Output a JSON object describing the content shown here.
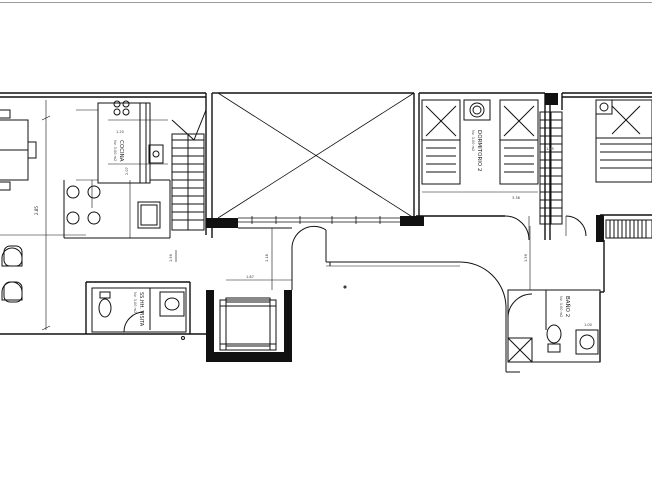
{
  "plan": {
    "rooms": {
      "kitchen": {
        "name": "COCINA",
        "area": "Nv. 3.00 m2"
      },
      "bedroom2": {
        "name": "DORMITORIO 2",
        "area": "Nv. 3.00 m2"
      },
      "bath1": {
        "name": "SS.HH. VISITA",
        "area": "Nv. 3.00 m2"
      },
      "bath2": {
        "name": "BAÑO 2",
        "area": "Nv. 3.00 m2"
      }
    },
    "dims": {
      "kitchen_top": "1.20",
      "kitchen_mid": "2.07",
      "living_height": "2.85",
      "hall_a": "1.18",
      "hall_b": "1.87",
      "stair_width": "1.45",
      "bedroom_width": "3.38",
      "bath_height": "1.59",
      "bath_b": "1.00",
      "left_bay": "1.56"
    }
  }
}
